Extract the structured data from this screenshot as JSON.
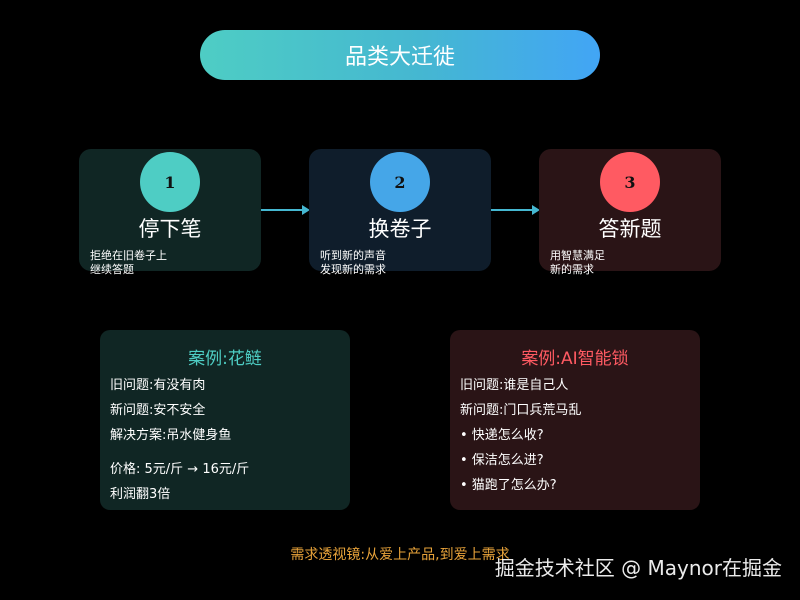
{
  "title": "品类大迁徙",
  "steps": [
    {
      "number": "1",
      "title": "停下笔",
      "desc": [
        "拒绝在旧卷子上",
        "继续答题"
      ]
    },
    {
      "number": "2",
      "title": "换卷子",
      "desc": [
        "听到新的声音",
        "发现新的需求"
      ]
    },
    {
      "number": "3",
      "title": "答新题",
      "desc": [
        "用智慧满足",
        "新的需求"
      ]
    }
  ],
  "cases": [
    {
      "title": "案例:花鲢",
      "lines": [
        "旧问题:有没有肉",
        "新问题:安不安全",
        "解决方案:吊水健身鱼",
        "价格: 5元/斤 → 16元/斤",
        "利润翻3倍"
      ]
    },
    {
      "title": "案例:AI智能锁",
      "lines": [
        "旧问题:谁是自己人",
        "新问题:门口兵荒马乱",
        "• 快递怎么收?",
        "• 保洁怎么进?",
        "• 猫跑了怎么办?"
      ]
    }
  ],
  "footer": "需求透视镜:从爱上产品,到爱上需求",
  "watermark": "掘金技术社区 @ Maynor在掘金",
  "colors": {
    "teal": "#4ecdc4",
    "blue": "#45a6e8",
    "red": "#ff5a62",
    "orange": "#e8a33a",
    "background": "#000000"
  }
}
